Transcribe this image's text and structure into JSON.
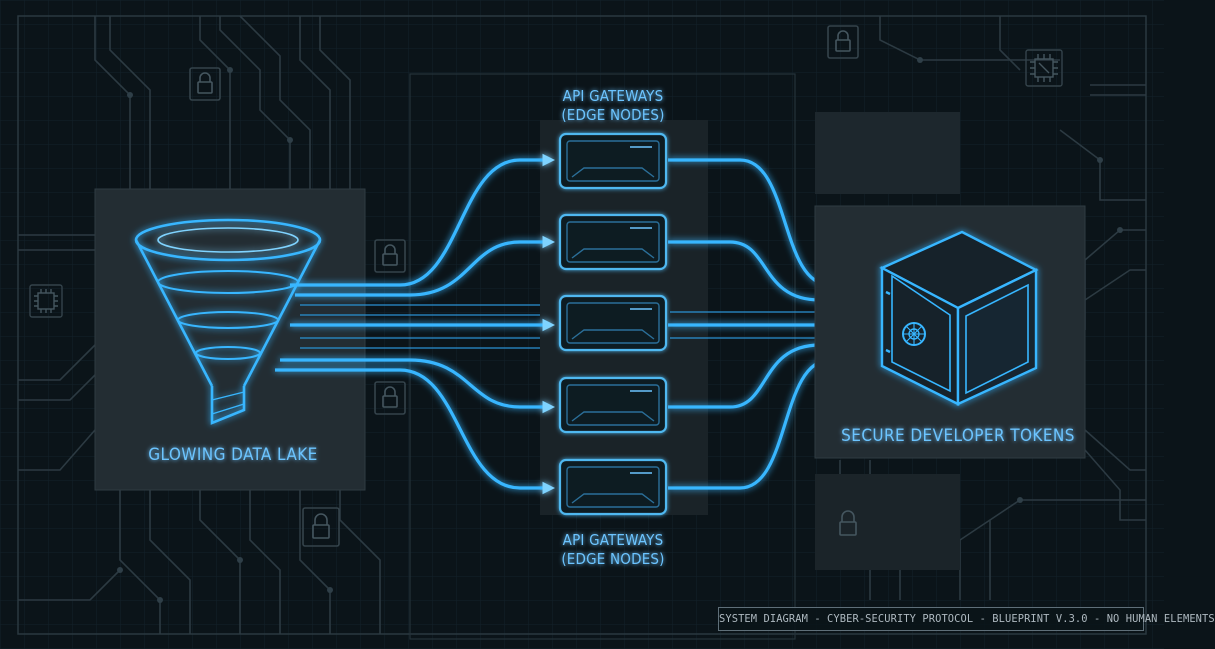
{
  "diagram": {
    "source_label": "GLOWING DATA LAKE",
    "gateway_label_top": [
      "API GATEWAYS",
      "(EDGE NODES)"
    ],
    "gateway_label_bottom": [
      "API GATEWAYS",
      "(EDGE NODES)"
    ],
    "target_label": "SECURE DEVELOPER TOKENS",
    "footer": "SYSTEM DIAGRAM - CYBER-SECURITY PROTOCOL - BLUEPRINT V.3.0 - NO HUMAN ELEMENTS",
    "gateway_count": 5,
    "icons": [
      "funnel-icon",
      "gateway-node-icon",
      "vault-safe-icon",
      "padlock-icon",
      "chip-icon"
    ],
    "colors": {
      "background": "#0b1419",
      "accent": "#38b6ff",
      "accent_light": "#9fe0ff",
      "panel": "#232d33",
      "circuit": "#2c3a42"
    }
  }
}
